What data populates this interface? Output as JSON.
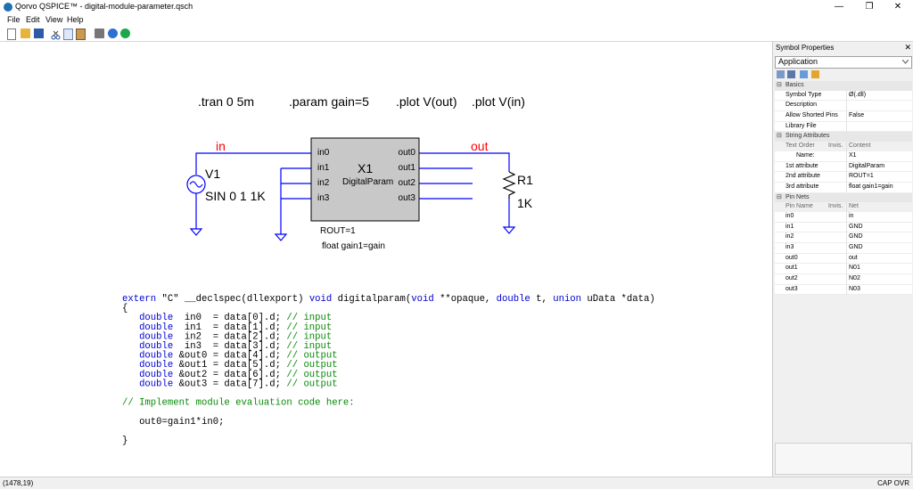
{
  "window": {
    "title": "Qorvo QSPICE™ - digital-module-parameter.qsch",
    "min_glyph": "—",
    "max_glyph": "❐",
    "close_glyph": "✕"
  },
  "menu": [
    "File",
    "Edit",
    "View",
    "Help"
  ],
  "toolbar_icons": [
    "new-file-icon",
    "open-folder-icon",
    "save-icon",
    "cut-icon",
    "copy-icon",
    "paste-icon",
    "print-icon",
    "help-icon",
    "qspice-icon"
  ],
  "schematic": {
    "directives": {
      "tran": ".tran 0 5m",
      "param": ".param gain=5",
      "plot_out": ".plot V(out)",
      "plot_in": ".plot V(in)"
    },
    "net_in": "in",
    "net_out": "out",
    "v1": {
      "name": "V1",
      "value": "SIN 0 1 1K"
    },
    "r1": {
      "name": "R1",
      "value": "1K"
    },
    "x1": {
      "name": "X1",
      "type": "DigitalParam",
      "inputs": [
        "in0",
        "in1",
        "in2",
        "in3"
      ],
      "outputs": [
        "out0",
        "out1",
        "out2",
        "out3"
      ],
      "attr1": "ROUT=1",
      "attr2": "float gain1=gain"
    },
    "code_lines": [
      [
        {
          "t": "extern ",
          "c": "kw"
        },
        {
          "t": "\"C\" __declspec(dllexport) ",
          "c": "tx"
        },
        {
          "t": "void ",
          "c": "kw"
        },
        {
          "t": "digitalparam(",
          "c": "tx"
        },
        {
          "t": "void ",
          "c": "kw"
        },
        {
          "t": "**opaque, ",
          "c": "tx"
        },
        {
          "t": "double ",
          "c": "kw"
        },
        {
          "t": "t, ",
          "c": "tx"
        },
        {
          "t": "union ",
          "c": "kw"
        },
        {
          "t": "uData *data)",
          "c": "tx"
        }
      ],
      [
        {
          "t": "{",
          "c": "tx"
        }
      ],
      [
        {
          "t": "   double ",
          "c": "kw"
        },
        {
          "t": " in0  = data[0].d; ",
          "c": "tx"
        },
        {
          "t": "// input",
          "c": "cm"
        }
      ],
      [
        {
          "t": "   double ",
          "c": "kw"
        },
        {
          "t": " in1  = data[1].d; ",
          "c": "tx"
        },
        {
          "t": "// input",
          "c": "cm"
        }
      ],
      [
        {
          "t": "   double ",
          "c": "kw"
        },
        {
          "t": " in2  = data[2].d; ",
          "c": "tx"
        },
        {
          "t": "// input",
          "c": "cm"
        }
      ],
      [
        {
          "t": "   double ",
          "c": "kw"
        },
        {
          "t": " in3  = data[3].d; ",
          "c": "tx"
        },
        {
          "t": "// input",
          "c": "cm"
        }
      ],
      [
        {
          "t": "   double ",
          "c": "kw"
        },
        {
          "t": "&out0 = data[4].d; ",
          "c": "tx"
        },
        {
          "t": "// output",
          "c": "cm"
        }
      ],
      [
        {
          "t": "   double ",
          "c": "kw"
        },
        {
          "t": "&out1 = data[5].d; ",
          "c": "tx"
        },
        {
          "t": "// output",
          "c": "cm"
        }
      ],
      [
        {
          "t": "   double ",
          "c": "kw"
        },
        {
          "t": "&out2 = data[6].d; ",
          "c": "tx"
        },
        {
          "t": "// output",
          "c": "cm"
        }
      ],
      [
        {
          "t": "   double ",
          "c": "kw"
        },
        {
          "t": "&out3 = data[7].d; ",
          "c": "tx"
        },
        {
          "t": "// output",
          "c": "cm"
        }
      ],
      [
        {
          "t": "",
          "c": "tx"
        }
      ],
      [
        {
          "t": "// Implement module evaluation code here:",
          "c": "cm"
        }
      ],
      [
        {
          "t": "",
          "c": "tx"
        }
      ],
      [
        {
          "t": "   out0=gain1*in0;",
          "c": "tx"
        }
      ],
      [
        {
          "t": "",
          "c": "tx"
        }
      ],
      [
        {
          "t": "}",
          "c": "tx"
        }
      ]
    ]
  },
  "panel": {
    "title": "Symbol Properties",
    "close_glyph": "✕",
    "selector": "Application",
    "basics": {
      "label": "Basics",
      "rows": [
        {
          "k": "Symbol Type",
          "v": "Ø(.dll)"
        },
        {
          "k": "Description",
          "v": ""
        },
        {
          "k": "Allow Shorted Pins",
          "v": "False"
        },
        {
          "k": "Library File",
          "v": ""
        }
      ]
    },
    "string_attrs": {
      "label": "String Attributes",
      "header": {
        "a": "Text Order",
        "b": "Invis.",
        "c": "Content"
      },
      "rows": [
        {
          "k": "Name:",
          "v": "X1"
        },
        {
          "k": "1st attribute",
          "v": "DigitalParam"
        },
        {
          "k": "2nd attribute",
          "v": "ROUT=1"
        },
        {
          "k": "3rd attribute",
          "v": "float gain1=gain"
        }
      ]
    },
    "pin_nets": {
      "label": "Pin Nets",
      "header": {
        "a": "Pin Name",
        "b": "Invis.",
        "c": "Net"
      },
      "rows": [
        {
          "k": "in0",
          "v": "in"
        },
        {
          "k": "in1",
          "v": "GND"
        },
        {
          "k": "in2",
          "v": "GND"
        },
        {
          "k": "in3",
          "v": "GND"
        },
        {
          "k": "out0",
          "v": "out"
        },
        {
          "k": "out1",
          "v": "N01"
        },
        {
          "k": "out2",
          "v": "N02"
        },
        {
          "k": "out3",
          "v": "N03"
        }
      ]
    }
  },
  "status": {
    "coords": "(1478,19)",
    "modes": "CAP OVR"
  },
  "colors": {
    "wire": "#0000ff",
    "net_label": "#ff0000",
    "block_fill": "#c8c8c8",
    "keyword": "#0000d0",
    "comment": "#0a8a0a"
  }
}
